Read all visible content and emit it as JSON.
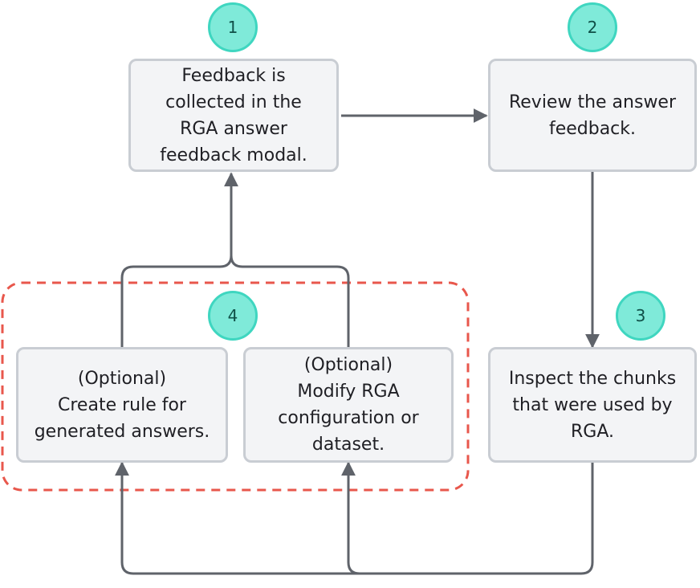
{
  "badges": {
    "step1": "1",
    "step2": "2",
    "step3": "3",
    "step4": "4"
  },
  "boxes": {
    "collect": "Feedback is\ncollected in the\nRGA answer\nfeedback modal.",
    "review": "Review the answer\nfeedback.",
    "inspect": "Inspect the chunks\nthat were used by\nRGA.",
    "create_rule": "(Optional)\nCreate rule for\ngenerated answers.",
    "modify": "(Optional)\nModify RGA\nconfiguration or\ndataset."
  },
  "colors": {
    "box_fill": "#f3f4f6",
    "box_border": "#c9cdd3",
    "badge_fill": "#7fead9",
    "badge_border": "#3fd6c0",
    "connector": "#5f636a",
    "optional_group_border": "#e8574c"
  }
}
